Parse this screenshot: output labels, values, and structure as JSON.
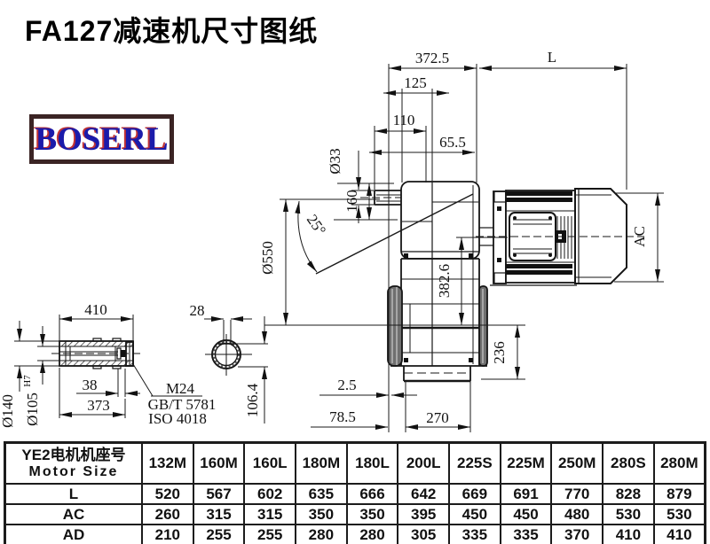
{
  "title": "FA127减速机尺寸图纸",
  "logo": {
    "text": "BOSERL"
  },
  "drawing": {
    "dims": {
      "d372_5": "372.5",
      "L": "L",
      "d125": "125",
      "d110": "110",
      "d65_5": "65.5",
      "d33": "Ø33",
      "d160": "160",
      "d25": "25°",
      "d550": "Ø550",
      "d382_6": "382.6",
      "AC": "AC",
      "d236": "236",
      "d2_5": "2.5",
      "d78_5": "78.5",
      "d270": "270",
      "d410": "410",
      "d28": "28",
      "d140": "Ø140",
      "d105": "Ø105",
      "d105_tol": "H7",
      "d38": "38",
      "d373": "373",
      "d106_4": "106.4",
      "m24": "M24",
      "gbt": "GB/T 5781",
      "iso": "ISO 4018"
    }
  },
  "table": {
    "header_cn": "YE2电机机座号",
    "header_en": "Motor Size",
    "columns": [
      "132M",
      "160M",
      "160L",
      "180M",
      "180L",
      "200L",
      "225S",
      "225M",
      "250M",
      "280S",
      "280M"
    ],
    "rows": [
      {
        "label": "L",
        "values": [
          520,
          567,
          602,
          635,
          666,
          642,
          669,
          691,
          770,
          828,
          879
        ]
      },
      {
        "label": "AC",
        "values": [
          260,
          315,
          315,
          350,
          350,
          395,
          450,
          450,
          480,
          530,
          530
        ]
      },
      {
        "label": "AD",
        "values": [
          210,
          255,
          255,
          280,
          280,
          305,
          335,
          335,
          370,
          410,
          410
        ]
      }
    ]
  }
}
